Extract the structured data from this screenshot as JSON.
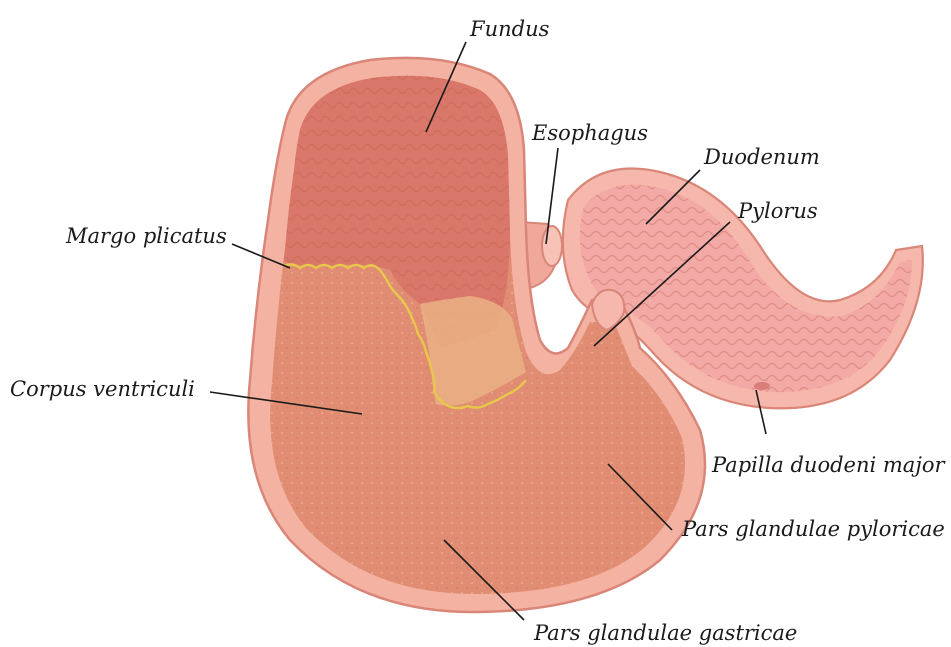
{
  "labels": {
    "fundus": "Fundus",
    "esophagus": "Esophagus",
    "duodenum": "Duodenum",
    "pylorus": "Pylorus",
    "margo_plicatus": "Margo plicatus",
    "corpus_ventriculi": "Corpus ventriculi",
    "papilla_duodeni_major": "Papilla duodeni major",
    "pars_glandulae_pyloricae": "Pars glandulae pyloricae",
    "pars_glandulae_gastricae": "Pars glandulae gastricae"
  },
  "colors": {
    "outer_wall": "#f4b2a2",
    "wall_edge": "#d98678",
    "mucosa_glandular": "#e08d73",
    "mucosa_fundus": "#d9786a",
    "non_glandular_zone": "#eab285",
    "margo_line": "#e8c84a",
    "duodenum_mucosa": "#f3aaa6",
    "text": "#1a1a1a"
  }
}
